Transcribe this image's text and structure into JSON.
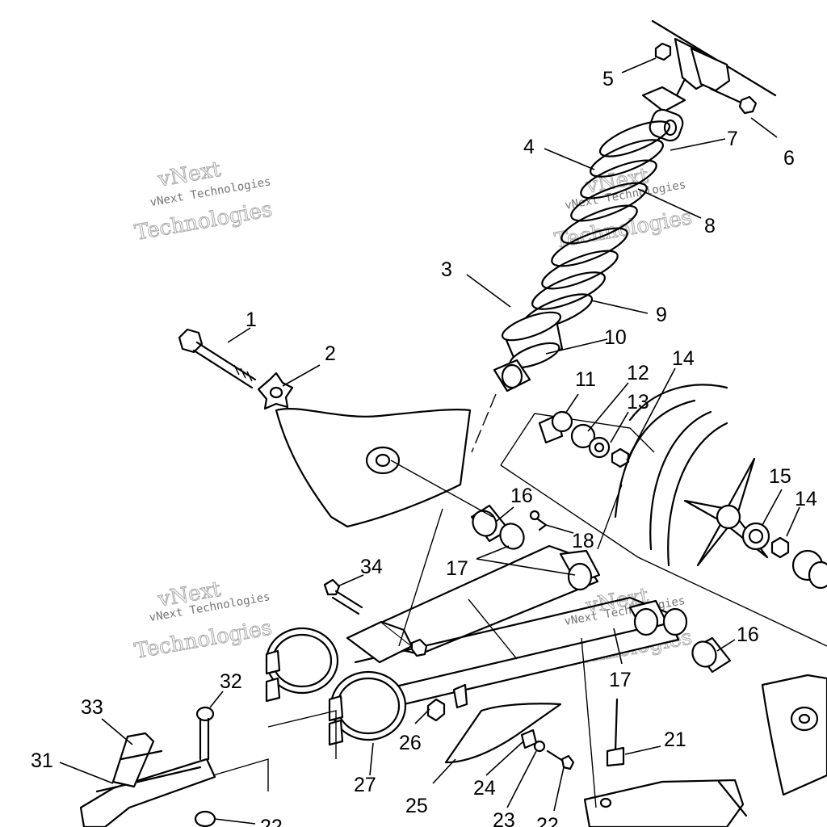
{
  "watermark": {
    "line1": "vNext",
    "line2": "Technologies",
    "small": "vNext Technologies"
  },
  "callouts": [
    "1",
    "2",
    "3",
    "4",
    "5",
    "6",
    "7",
    "8",
    "9",
    "10",
    "11",
    "12",
    "13",
    "14",
    "14",
    "15",
    "16",
    "16",
    "17",
    "17",
    "18",
    "21",
    "22",
    "22",
    "23",
    "24",
    "25",
    "26",
    "27",
    "31",
    "32",
    "33",
    "34"
  ]
}
